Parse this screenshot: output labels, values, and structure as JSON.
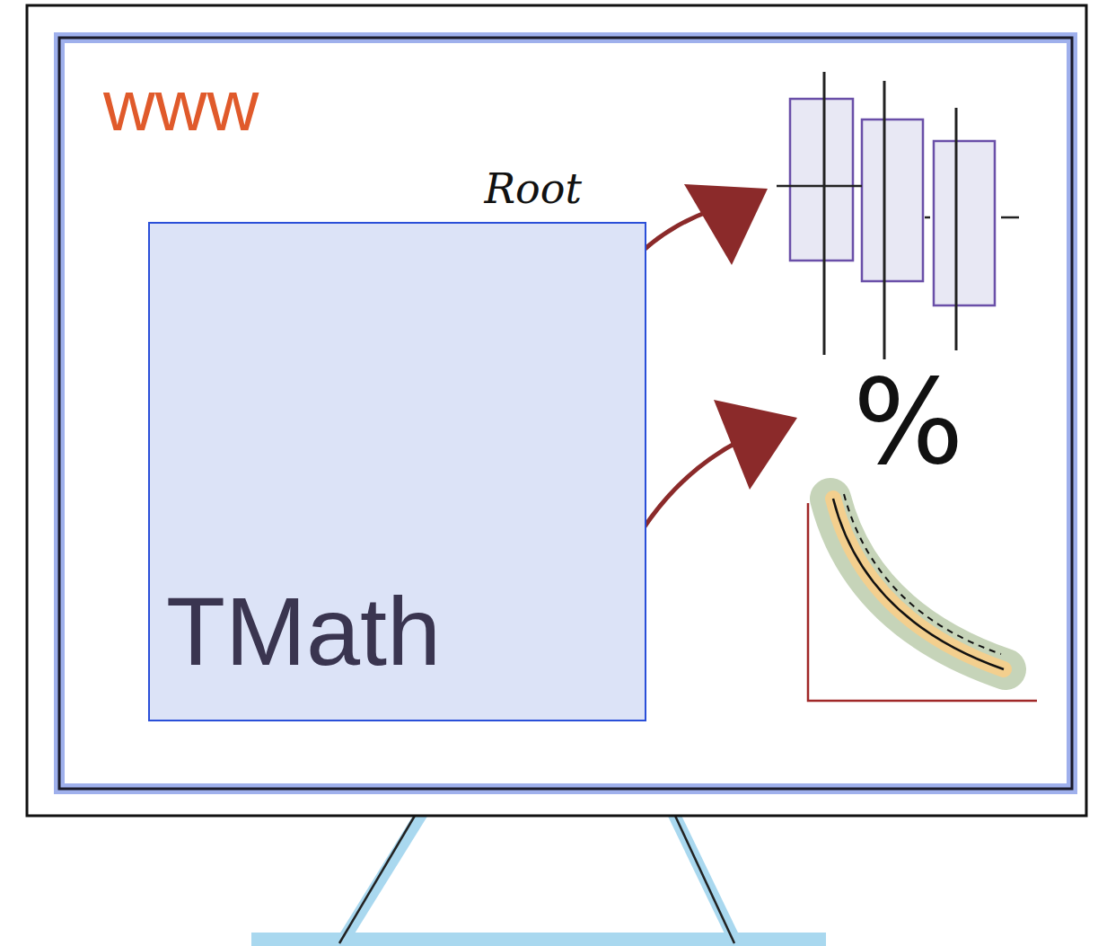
{
  "diagram": {
    "nodes": [
      {
        "text": [
          "Root",
          "TMath"
        ]
      }
    ],
    "labels": [
      "www",
      "%"
    ]
  }
}
